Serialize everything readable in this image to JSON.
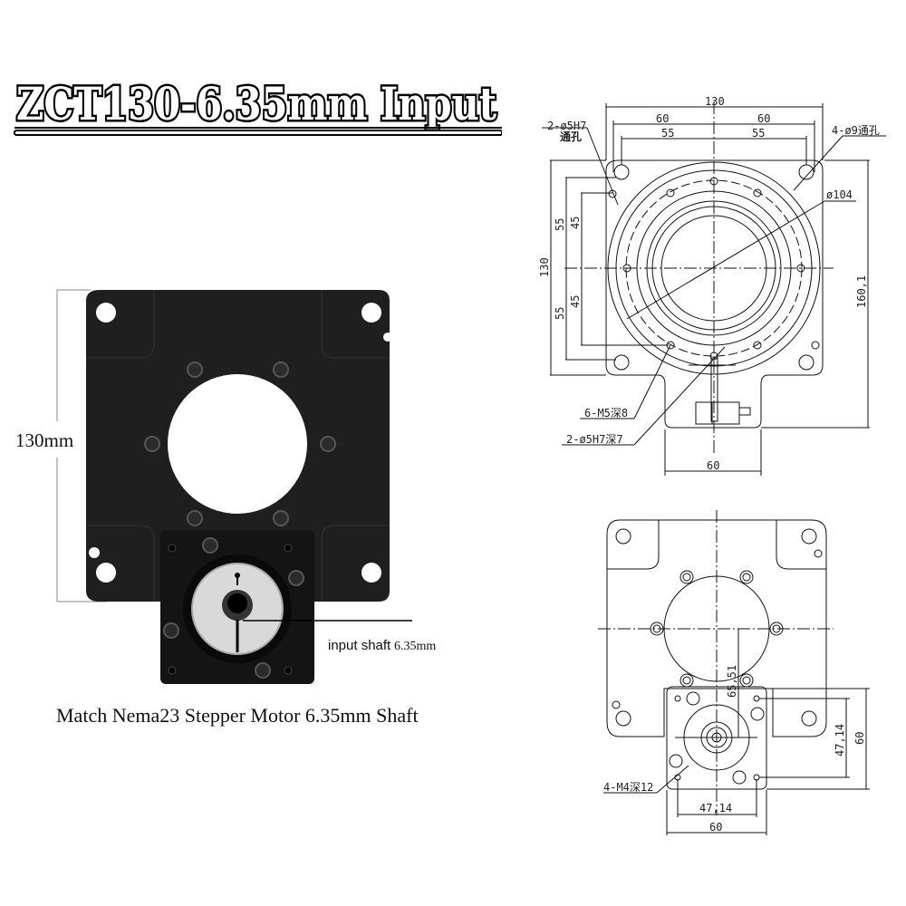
{
  "title": {
    "text": "ZCT130-6.35mm Input"
  },
  "photo": {
    "height_label": "130mm",
    "shaft_label_main": "input shaft",
    "shaft_label_size": "6.35mm",
    "caption": "Match Nema23 Stepper Motor 6.35mm Shaft",
    "plate_color": "#1e1e1e",
    "hub_color": "#d9d9d9"
  },
  "drawing_top": {
    "dims": {
      "overall_width": "130",
      "half_width_left": "60",
      "half_width_right": "60",
      "inner_left": "55",
      "inner_right": "55",
      "height_overall": "130",
      "upper_55": "55",
      "upper_45": "45",
      "lower_45": "45",
      "lower_55": "55",
      "total_height": "160,1",
      "bracket_width": "60",
      "bore_diameter": "ø104"
    },
    "callouts": {
      "pin_holes": "2-ø5H7",
      "pin_holes_note": "通孔",
      "mount_holes": "4-ø9通孔",
      "tapped_holes": "6-M5深8",
      "pin_depth": "2-ø5H7深7"
    }
  },
  "drawing_bottom": {
    "dims": {
      "offset": "65,51",
      "bolt_spacing_v": "47,14",
      "flange_v": "60",
      "bolt_spacing_h": "47,14",
      "flange_h": "60"
    },
    "callouts": {
      "motor_holes": "4-M4深12"
    }
  }
}
